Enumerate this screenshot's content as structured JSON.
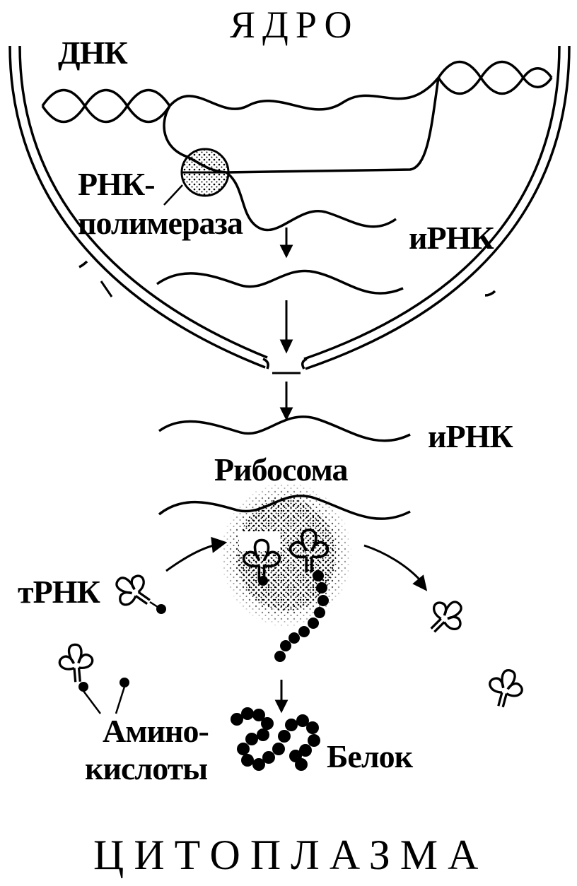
{
  "labels": {
    "nucleus": "ЯДРО",
    "dna": "ДНК",
    "rna_polymerase_1": "РНК-",
    "rna_polymerase_2": "полимераза",
    "mrna_nucleus": "иРНК",
    "mrna_cytoplasm": "иРНК",
    "ribosome": "Рибосома",
    "trna": "тРНК",
    "amino_acids_1": "Амино-",
    "amino_acids_2": "кислоты",
    "protein": "Белок",
    "cytoplasm": "ЦИТОПЛАЗМА"
  },
  "colors": {
    "ink": "#000000",
    "background": "#ffffff"
  }
}
